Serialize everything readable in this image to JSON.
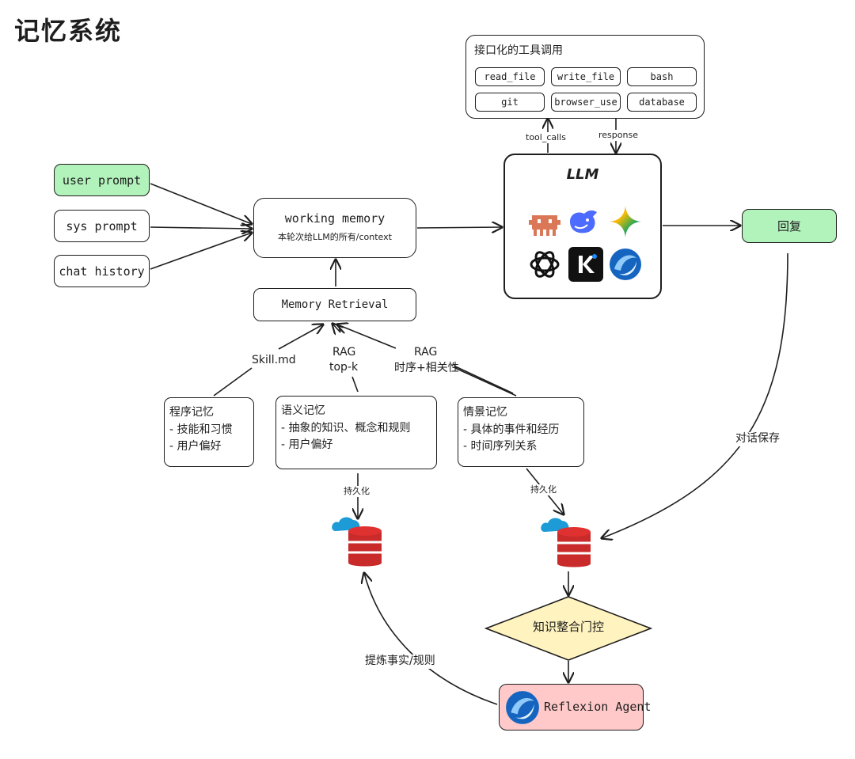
{
  "title": "记忆系统",
  "tools": {
    "title": "接口化的工具调用",
    "items": [
      "read_file",
      "write_file",
      "bash",
      "git",
      "browser_use",
      "database"
    ]
  },
  "llm": {
    "title": "LLM"
  },
  "prompts": [
    "user prompt",
    "sys prompt",
    "chat history"
  ],
  "working_memory": {
    "title": "working memory",
    "subtitle": "本轮次给LLM的所有/context"
  },
  "memory_retrieval": "Memory Retrieval",
  "reply": "回复",
  "edges": {
    "tool_calls": "tool_calls",
    "response": "response",
    "skill": "Skill.md",
    "rag1_a": "RAG",
    "rag1_b": "top-k",
    "rag2_a": "RAG",
    "rag2_b": "时序+相关性",
    "persist1": "持久化",
    "persist2": "持久化",
    "save": "对话保存",
    "extract": "提炼事实/规则"
  },
  "memories": [
    {
      "title": "程序记忆",
      "lines": [
        "- 技能和习惯",
        "- 用户偏好"
      ]
    },
    {
      "title": "语义记忆",
      "lines": [
        "- 抽象的知识、概念和规则",
        "- 用户偏好"
      ]
    },
    {
      "title": "情景记忆",
      "lines": [
        "- 具体的事件和经历",
        "- 时间序列关系"
      ]
    }
  ],
  "gate": "知识整合门控",
  "agent": "Reflexion Agent",
  "colors": {
    "green": "#b2f2bb",
    "pink": "#ffc9c9",
    "gate": "#fff3bf",
    "db": "#c92a2a",
    "cloud": "#1c9bd6"
  }
}
